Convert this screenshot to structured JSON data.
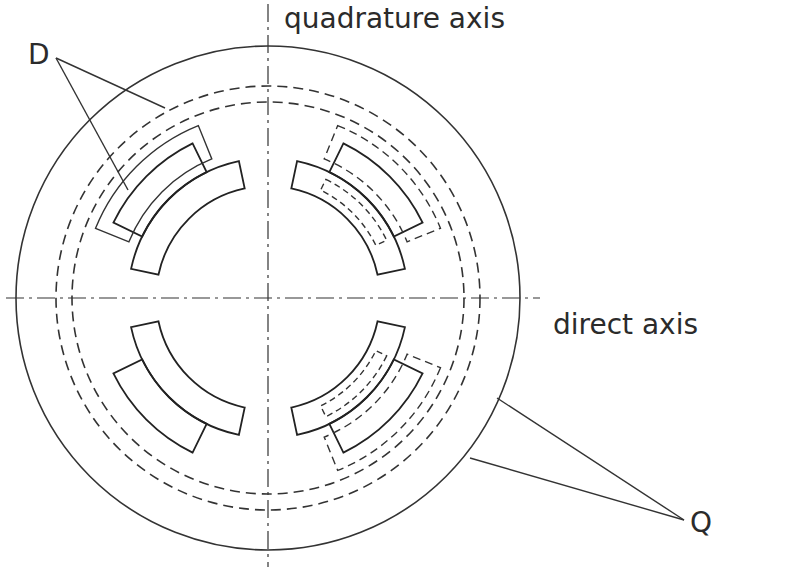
{
  "diagram": {
    "labels": [
      "quadrature axis",
      "direct axis",
      "D",
      "Q"
    ]
  }
}
